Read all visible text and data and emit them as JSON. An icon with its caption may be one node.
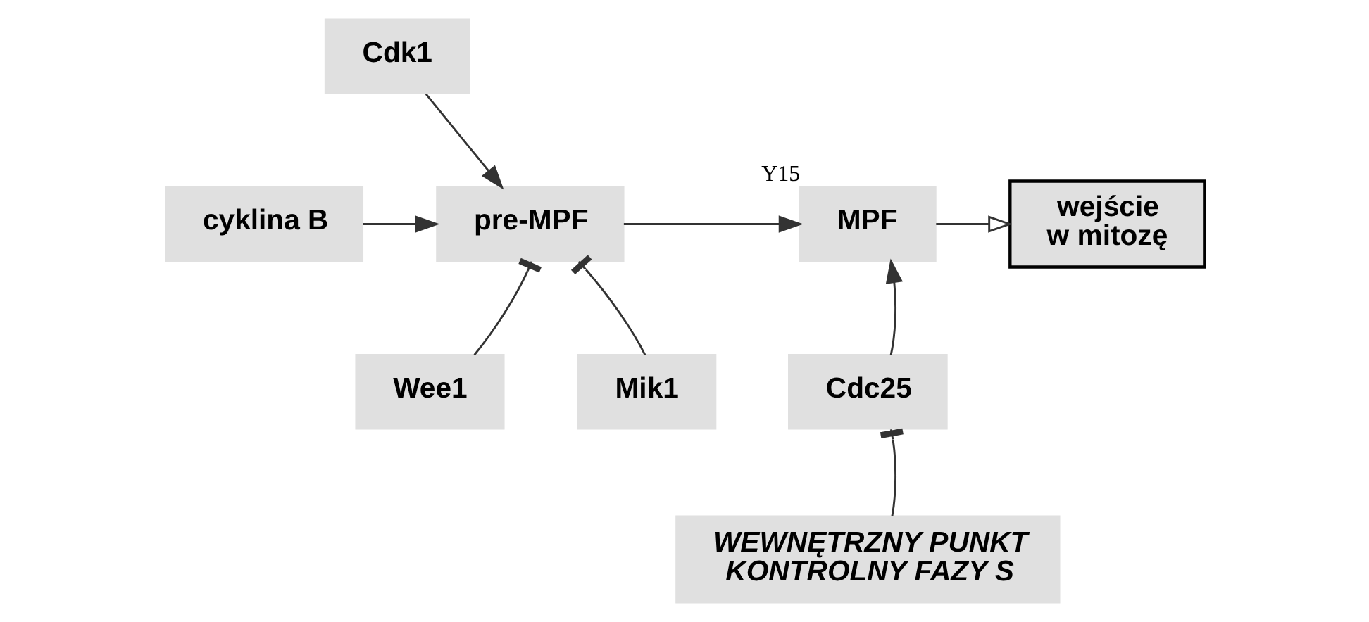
{
  "diagram": {
    "nodes": [
      {
        "text": [
          "Cdk1"
        ]
      },
      {
        "text": [
          "cyklina B"
        ]
      },
      {
        "text": [
          "pre-MPF"
        ]
      },
      {
        "text": [
          "MPF"
        ],
        "beside": [
          "Y15"
        ]
      },
      {
        "text": [
          "wejście w mitozę"
        ]
      },
      {
        "text": [
          "Wee1"
        ]
      },
      {
        "text": [
          "Mik1"
        ]
      },
      {
        "text": [
          "Cdc25"
        ]
      },
      {
        "text": [
          "WEWNĘTRZNY PUNKT KONTROLNY FAZY S"
        ]
      }
    ],
    "edges": [
      {
        "from": 0,
        "to": 2,
        "arrow": "to"
      },
      {
        "from": 1,
        "to": 2,
        "arrow": "to"
      },
      {
        "from": 2,
        "to": 3,
        "arrow": "to"
      },
      {
        "from": 3,
        "to": 4,
        "arrow": "to"
      },
      {
        "from": 5,
        "to": 2,
        "arrow": "other"
      },
      {
        "from": 6,
        "to": 2,
        "arrow": "other"
      },
      {
        "from": 7,
        "to": 3,
        "arrow": "to"
      },
      {
        "from": 8,
        "to": 7,
        "arrow": "other"
      }
    ]
  }
}
